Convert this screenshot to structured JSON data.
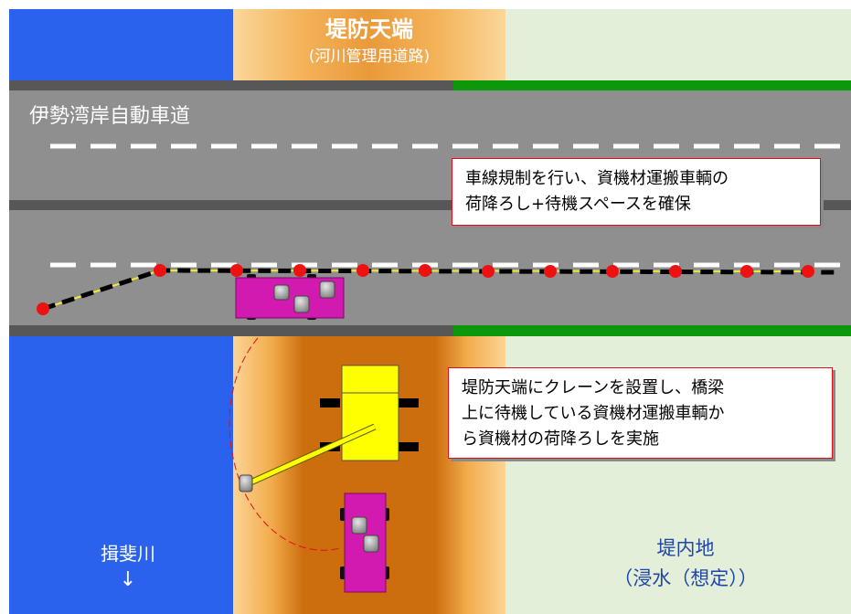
{
  "levee_title": "堤防天端",
  "levee_subtitle": "(河川管理用道路)",
  "highway_name": "伊勢湾岸自動車道",
  "callout_top": {
    "line1": "車線規制を行い、資機材運搬車輌の",
    "line2": "荷降ろし+待機スペースを確保"
  },
  "callout_mid": {
    "line1": "堤防天端にクレーンを設置し、橋梁",
    "line2": "上に待機している資機材運搬車輌か",
    "line3": "ら資機材の荷降ろしを実施"
  },
  "river_name": "揖斐川",
  "river_flow_arrow": "↓",
  "inland_name": "堤内地",
  "inland_note": "（浸水（想定））",
  "colors": {
    "river": "#2a62ee",
    "levee_light": "#fbc36a",
    "levee_dark": "#cc6d0e",
    "inland": "#e3efd9",
    "road": "#8f8f8f",
    "road_edge": "#575757",
    "green_edge": "#0b980b",
    "truck": "#d21ab0",
    "crane": "#ffff00",
    "cone": "#ee1111",
    "callout_border": "#e0101a"
  },
  "icons": [
    "traffic-cone-icon",
    "truck-icon",
    "crane-icon",
    "cargo-drum-icon"
  ]
}
